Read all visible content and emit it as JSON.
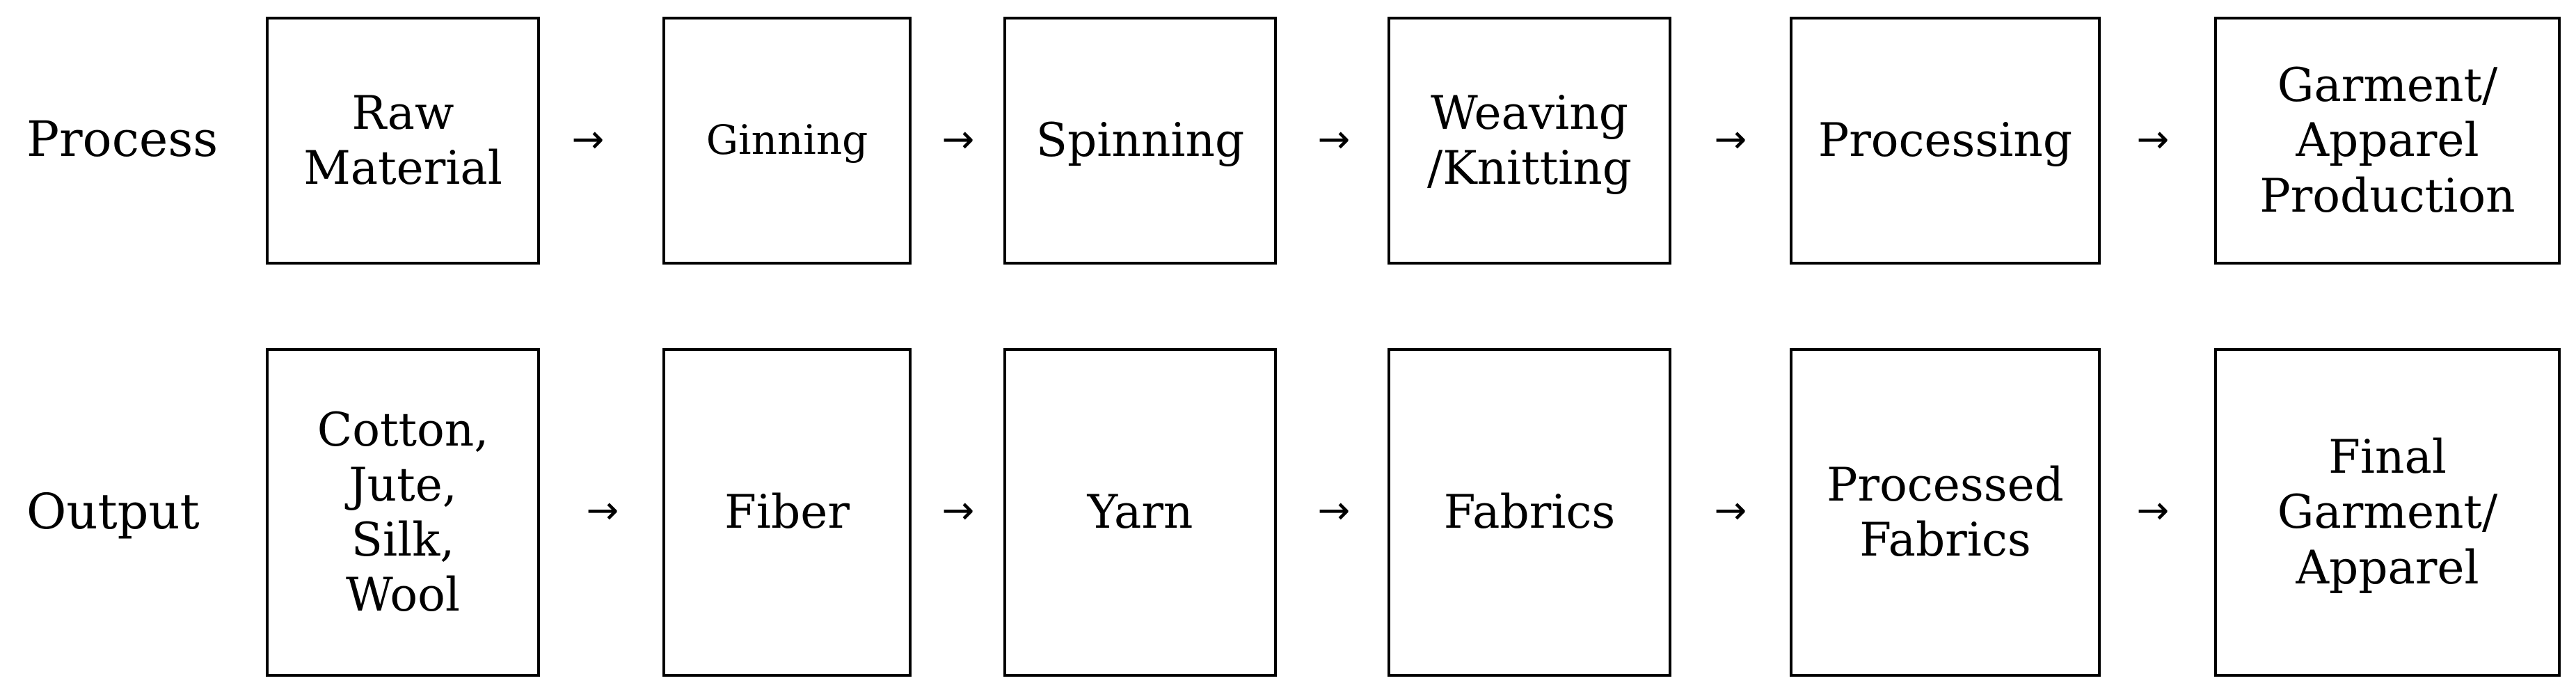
{
  "rows": {
    "process": {
      "label": "Process",
      "steps": [
        "Raw\nMaterial",
        "Ginning",
        "Spinning",
        "Weaving\n/Knitting",
        "Processing",
        "Garment/\nApparel\nProduction"
      ]
    },
    "output": {
      "label": "Output",
      "steps": [
        "Cotton,\nJute,\nSilk,\nWool",
        "Fiber",
        "Yarn",
        "Fabrics",
        "Processed\nFabrics",
        "Final\nGarment/\nApparel"
      ]
    }
  },
  "arrow_symbol": "→"
}
